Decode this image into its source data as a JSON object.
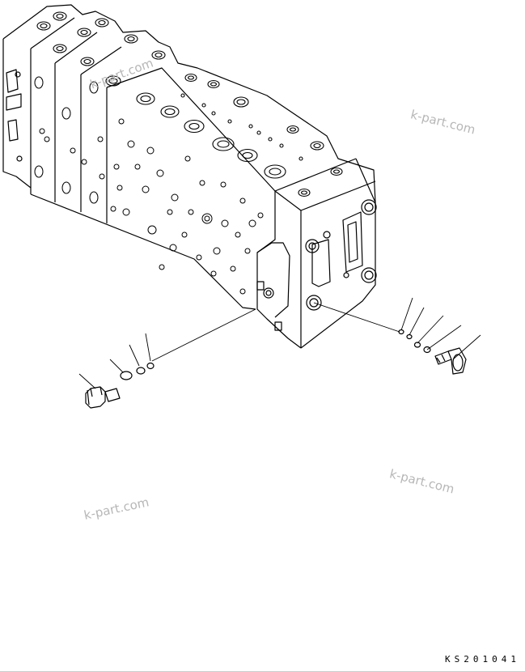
{
  "watermarks": [
    "k-part.com",
    "k-part.com",
    "k-part.com",
    "k-part.com"
  ],
  "drawing_code": "KS201041",
  "parts": [
    {
      "name": "plug-left"
    },
    {
      "name": "o-ring-left-1"
    },
    {
      "name": "o-ring-left-2"
    },
    {
      "name": "o-ring-left-3"
    },
    {
      "name": "o-ring-right-1"
    },
    {
      "name": "o-ring-right-2"
    },
    {
      "name": "o-ring-right-3"
    },
    {
      "name": "o-ring-right-4"
    },
    {
      "name": "plug-right"
    }
  ]
}
